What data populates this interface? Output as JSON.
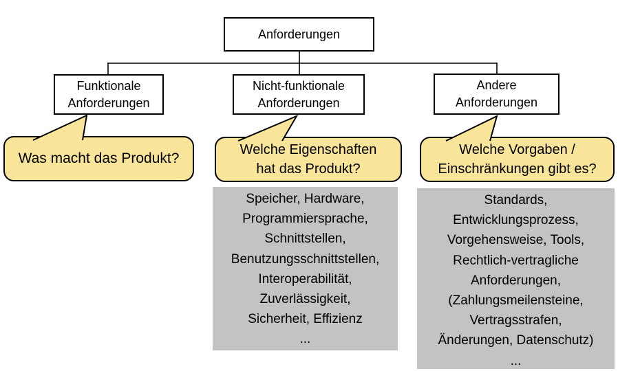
{
  "diagram_title": "Anforderungen",
  "colors": {
    "bubble_fill": "#F9E59A",
    "bubble_border": "#000000",
    "list_fill": "#C3C3C3",
    "node_border": "#000000",
    "connector": "#000000",
    "background": "#FFFFFF"
  },
  "tree": {
    "root": {
      "label": "Anforderungen"
    },
    "children": [
      {
        "label_lines": [
          "Funktionale",
          "Anforderungen"
        ],
        "question_lines": [
          "Was macht das Produkt?"
        ],
        "detail_lines": []
      },
      {
        "label_lines": [
          "Nicht-funktionale",
          "Anforderungen"
        ],
        "question_lines": [
          "Welche Eigenschaften",
          "hat das Produkt?"
        ],
        "detail_lines": [
          "Speicher, Hardware,",
          "Programmiersprache,",
          "Schnittstellen,",
          "Benutzungsschnittstellen,",
          "Interoperabilität,",
          "Zuverlässigkeit,",
          "Sicherheit, Effizienz",
          "..."
        ]
      },
      {
        "label_lines": [
          "Andere",
          "Anforderungen"
        ],
        "question_lines": [
          "Welche Vorgaben /",
          "Einschränkungen gibt es?"
        ],
        "detail_lines": [
          "Standards,",
          "Entwicklungsprozess,",
          "Vorgehensweise, Tools,",
          "Rechtlich-vertragliche",
          "Anforderungen,",
          "(Zahlungsmeilensteine,",
          "Vertragsstrafen,",
          "Änderungen, Datenschutz)",
          "..."
        ]
      }
    ]
  }
}
